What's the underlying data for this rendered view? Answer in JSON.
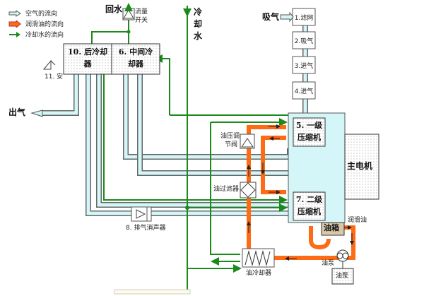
{
  "legend": [
    {
      "icon": "air-flow-arrow-icon",
      "label": "空气的流向",
      "color": "#d9f7f7"
    },
    {
      "icon": "oil-flow-arrow-icon",
      "label": "润滑油的流向",
      "color": "#ff6a14"
    },
    {
      "icon": "water-flow-arrow-icon",
      "label": "冷却水的流向",
      "color": "#1a8a1a"
    }
  ],
  "labels": {
    "return_water": "回水",
    "flow_switch": "流量\n开关",
    "flow_switch_l1": "流量",
    "flow_switch_l2": "开关",
    "cooling_water_1": "冷",
    "cooling_water_2": "却",
    "cooling_water_3": "水",
    "intake_air": "吸气",
    "outlet_air": "出气",
    "safety_valve": "11. 安",
    "oil_pressure_valve_1": "油压调",
    "oil_pressure_valve_2": "节阀",
    "oil_filter": "油过滤器",
    "main_motor": "主电机",
    "lubricating_oil": "润滑油",
    "oil_tank": "油箱",
    "oil_pump_label": "油泵",
    "oil_pump_box": "油泵",
    "oil_cooler": "油冷却器",
    "exhaust_silencer": "8. 排气消声器"
  },
  "boxes": {
    "after_cooler_1": "10. 后冷却",
    "after_cooler_2": "器",
    "inter_cooler_1": "6. 中间冷",
    "inter_cooler_2": "却器",
    "filter": "1.滤网",
    "intake_2": "2.吸气",
    "intake_3": "3.进气",
    "intake_4": "4.进气",
    "stage1_1": "5. 一级",
    "stage1_2": "压缩机",
    "stage2_1": "7. 二级",
    "stage2_2": "压缩机"
  },
  "colors": {
    "air": "#d4f6f8",
    "air_border": "#666666",
    "oil": "#ff6a14",
    "water": "#1a8a1a",
    "oil_tank": "#d8c8a8"
  }
}
